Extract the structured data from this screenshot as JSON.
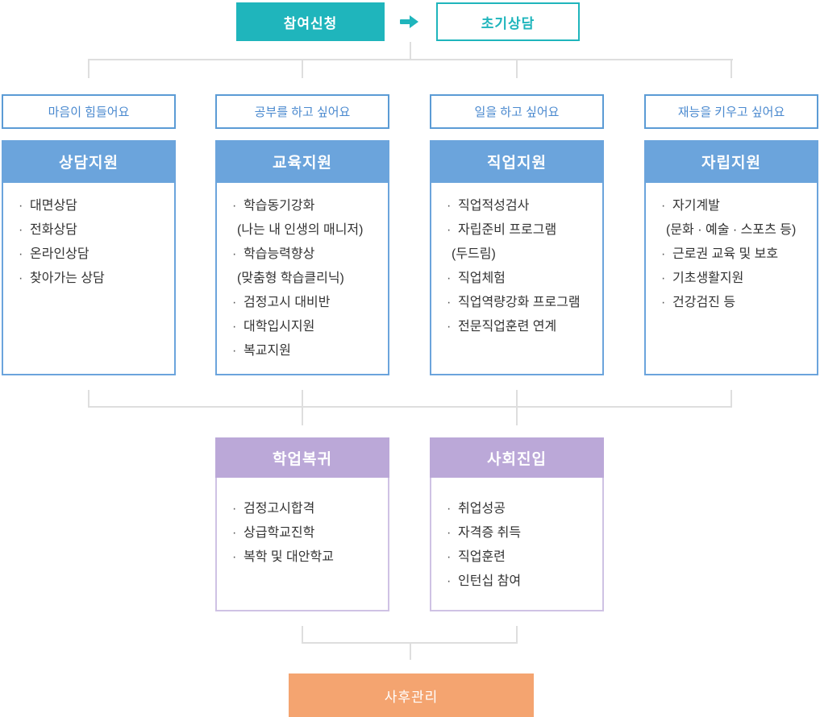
{
  "glyphs": {
    "bullet": "·"
  },
  "colors": {
    "teal": "#1fb5bc",
    "blue_header": "#6ba4dc",
    "blue_border": "#5b9bd5",
    "blue_label_text": "#4a89cf",
    "purple_header": "#bba8d8",
    "purple_border": "#cfc2e4",
    "orange": "#f4a470",
    "connector_gray": "#dedede",
    "body_text": "#333333"
  },
  "flow": {
    "apply_label": "참여신청",
    "initial_label": "초기상담"
  },
  "columns": [
    {
      "need_label": "마음이 힘들어요",
      "header": "상담지원",
      "items": [
        {
          "text": "대면상담"
        },
        {
          "text": "전화상담"
        },
        {
          "text": "온라인상담"
        },
        {
          "text": "찾아가는 상담"
        }
      ]
    },
    {
      "need_label": "공부를 하고 싶어요",
      "header": "교육지원",
      "items": [
        {
          "text": "학습동기강화"
        },
        {
          "text": "(나는 내 인생의 매니저)",
          "continuation": true
        },
        {
          "text": "학습능력향상"
        },
        {
          "text": "(맞춤형 학습클리닉)",
          "continuation": true
        },
        {
          "text": "검정고시 대비반"
        },
        {
          "text": "대학입시지원"
        },
        {
          "text": "복교지원"
        }
      ]
    },
    {
      "need_label": "일을 하고 싶어요",
      "header": "직업지원",
      "items": [
        {
          "text": "직업적성검사"
        },
        {
          "text": "자립준비 프로그램"
        },
        {
          "text": "(두드림)",
          "continuation": true
        },
        {
          "text": "직업체험"
        },
        {
          "text": "직업역량강화 프로그램"
        },
        {
          "text": "전문직업훈련 연계"
        }
      ]
    },
    {
      "need_label": "재능을 키우고 싶어요",
      "header": "자립지원",
      "items": [
        {
          "text": "자기계발"
        },
        {
          "text": "(문화 · 예술 · 스포츠 등)",
          "continuation": true
        },
        {
          "text": "근로권 교육 및 보호"
        },
        {
          "text": "기초생활지원"
        },
        {
          "text": "건강검진 등"
        }
      ]
    }
  ],
  "outcomes": [
    {
      "header": "학업복귀",
      "items": [
        {
          "text": "검정고시합격"
        },
        {
          "text": "상급학교진학"
        },
        {
          "text": "복학 및 대안학교"
        }
      ]
    },
    {
      "header": "사회진입",
      "items": [
        {
          "text": "취업성공"
        },
        {
          "text": "자격증 취득"
        },
        {
          "text": "직업훈련"
        },
        {
          "text": "인턴십 참여"
        }
      ]
    }
  ],
  "footer": {
    "label": "사후관리"
  }
}
